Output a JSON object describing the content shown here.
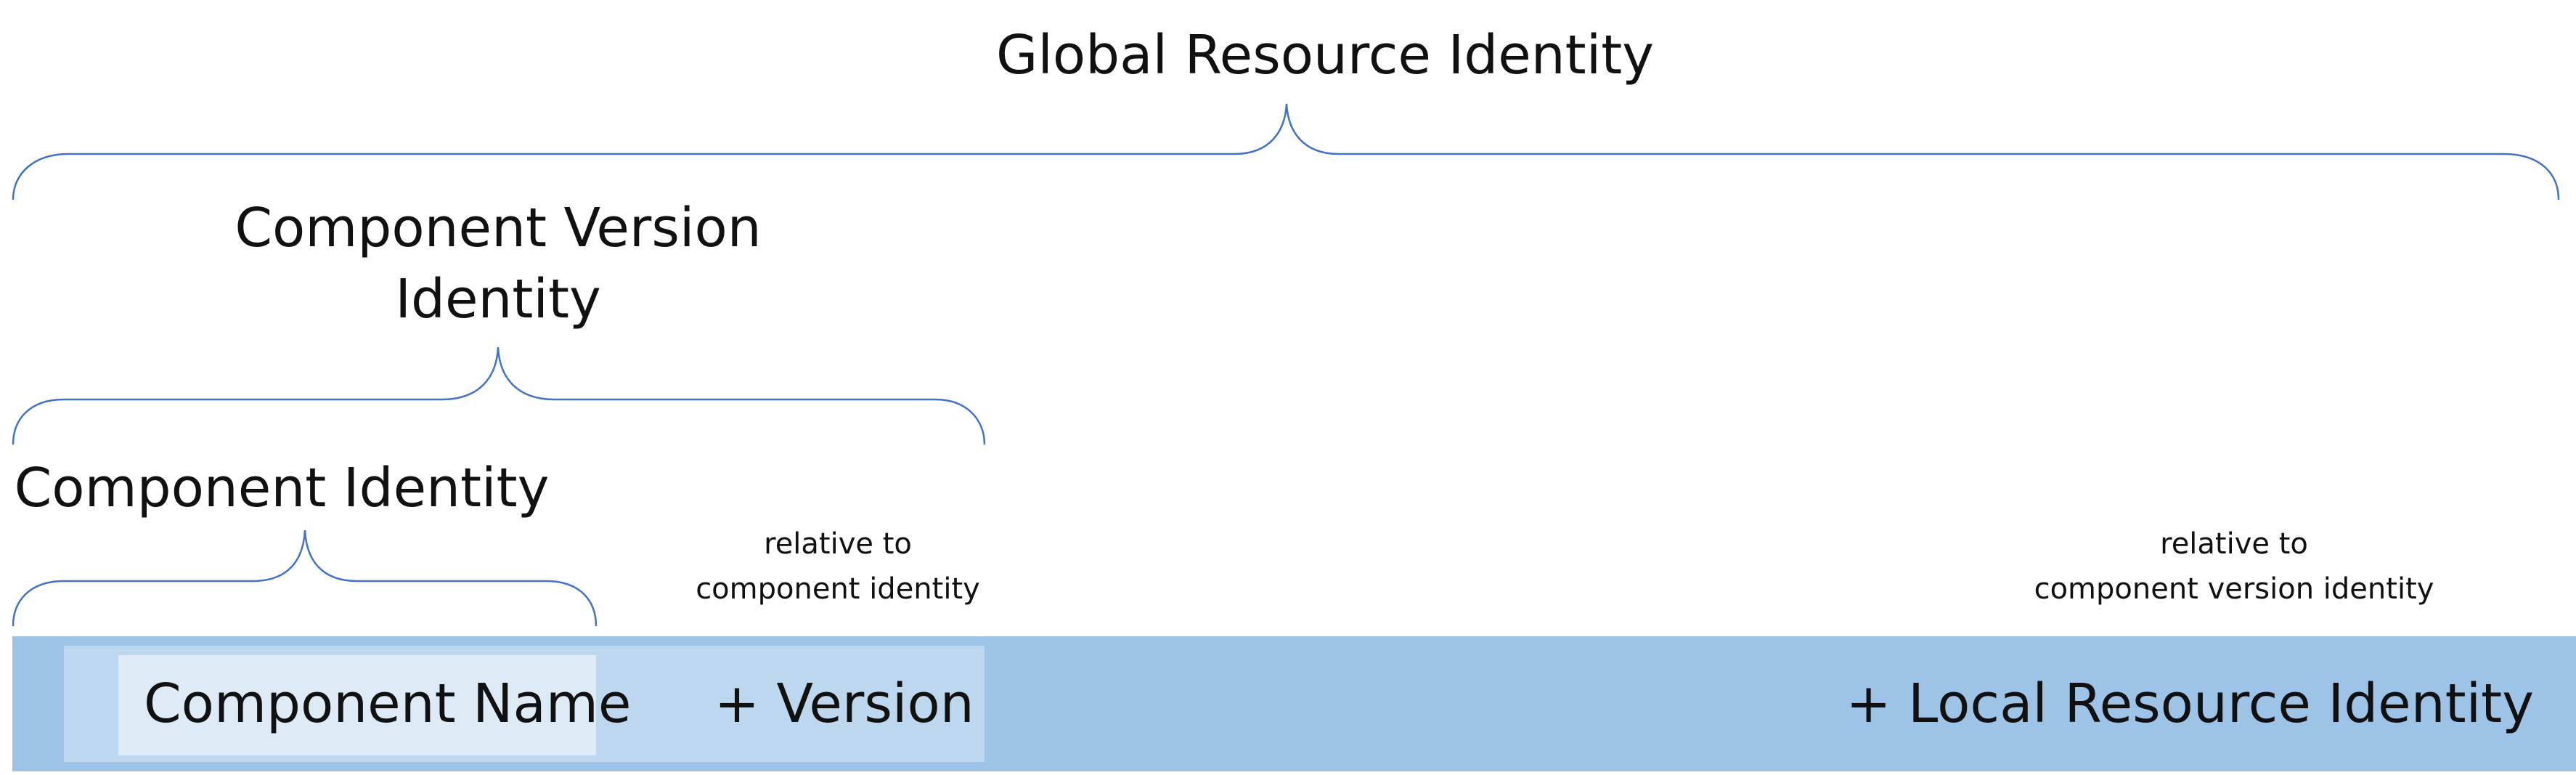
{
  "labels": {
    "global_resource_identity": "Global Resource Identity",
    "component_version_identity_line1": "Component Version",
    "component_version_identity_line2": "Identity",
    "component_identity": "Component Identity",
    "relative_component_line1": "relative to",
    "relative_component_line2": "component identity",
    "relative_version_line1": "relative to",
    "relative_version_line2": "component version identity"
  },
  "bar": {
    "component_name": "Component Name",
    "version": "+ Version",
    "local_resource_identity": "+ Local Resource Identity"
  },
  "colors": {
    "brace": "#4472c4",
    "band_outer": "#9dc3e6",
    "band_mid": "#bdd7ee",
    "band_inner": "#deebf7"
  }
}
